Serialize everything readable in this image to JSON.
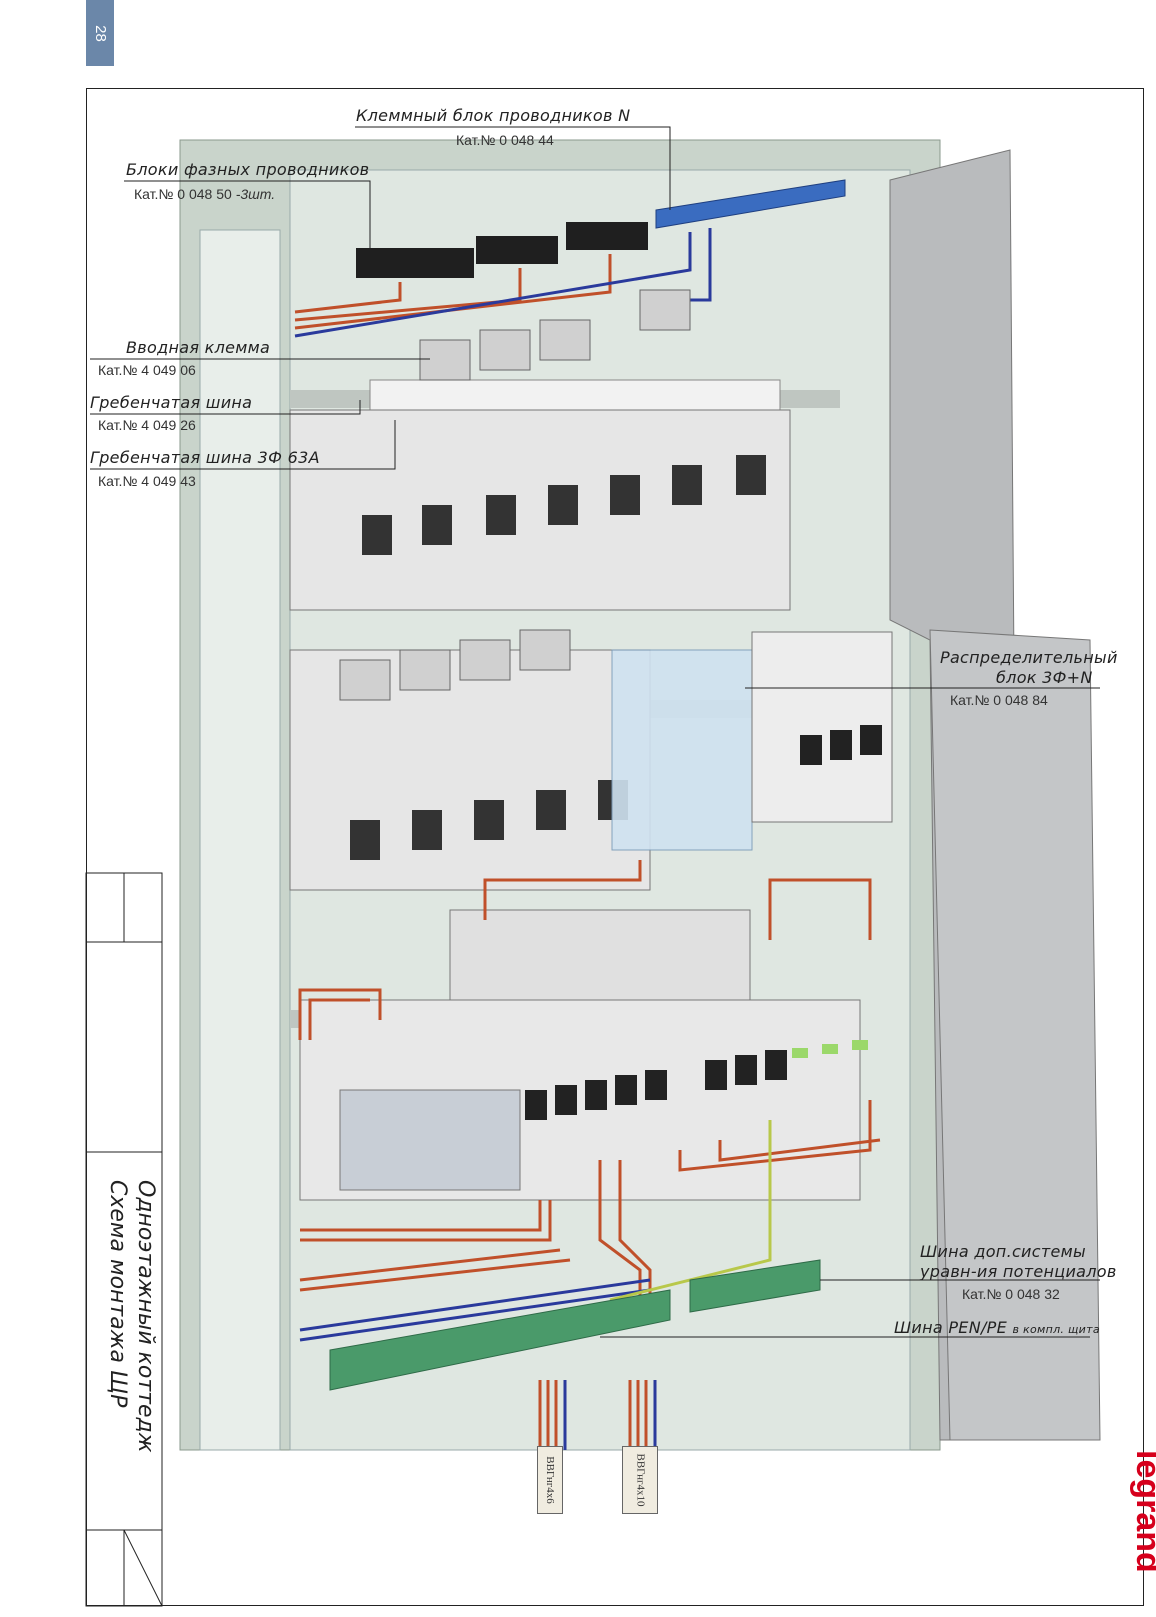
{
  "page_number": "28",
  "labels": {
    "n_block": {
      "title": "Клеммный блок проводников N",
      "cat": "Кат.№ 0 048 44"
    },
    "phase_blocks": {
      "title": "Блоки фазных проводников",
      "cat": "Кат.№ 0 048 50",
      "qty": "-3шт."
    },
    "input_terminal": {
      "title": "Вводная клемма",
      "cat": "Кат.№ 4 049 06"
    },
    "comb_bus": {
      "title": "Гребенчатая шина",
      "cat": "Кат.№ 4 049 26"
    },
    "comb_bus_3p": {
      "title": "Гребенчатая шина 3Ф 63А",
      "cat": "Кат.№ 4 049 43"
    },
    "distribution_block": {
      "title_line1": "Распределительный",
      "title_line2": "блок 3Ф+N",
      "cat": "Кат.№ 0 048 84"
    },
    "equipotential_bus": {
      "title_line1": "Шина доп.системы",
      "title_line2": "уравн-ия потенциалов",
      "cat": "Кат.№ 0 048 32"
    },
    "pen_bus": {
      "title": "Шина PEN/PE",
      "note": "в компл. щита"
    }
  },
  "stamp": {
    "line1": "Одноэтажный коттедж",
    "line2": "Схема монтажа ЩР"
  },
  "cables": [
    "ВВГнг4х6",
    "ВВГнг4х10"
  ],
  "brand": "legrand",
  "colors": {
    "phase": "#c0502a",
    "neutral": "#2a3a9c",
    "earth": "#b8c84a",
    "bus_blue": "#3a6cc0",
    "bus_green": "#4a9a6a",
    "enclosure": "#c9d4cb",
    "cover": "#b9bbbd",
    "page_tab": "#6b87a9",
    "brand": "#d6001c"
  }
}
